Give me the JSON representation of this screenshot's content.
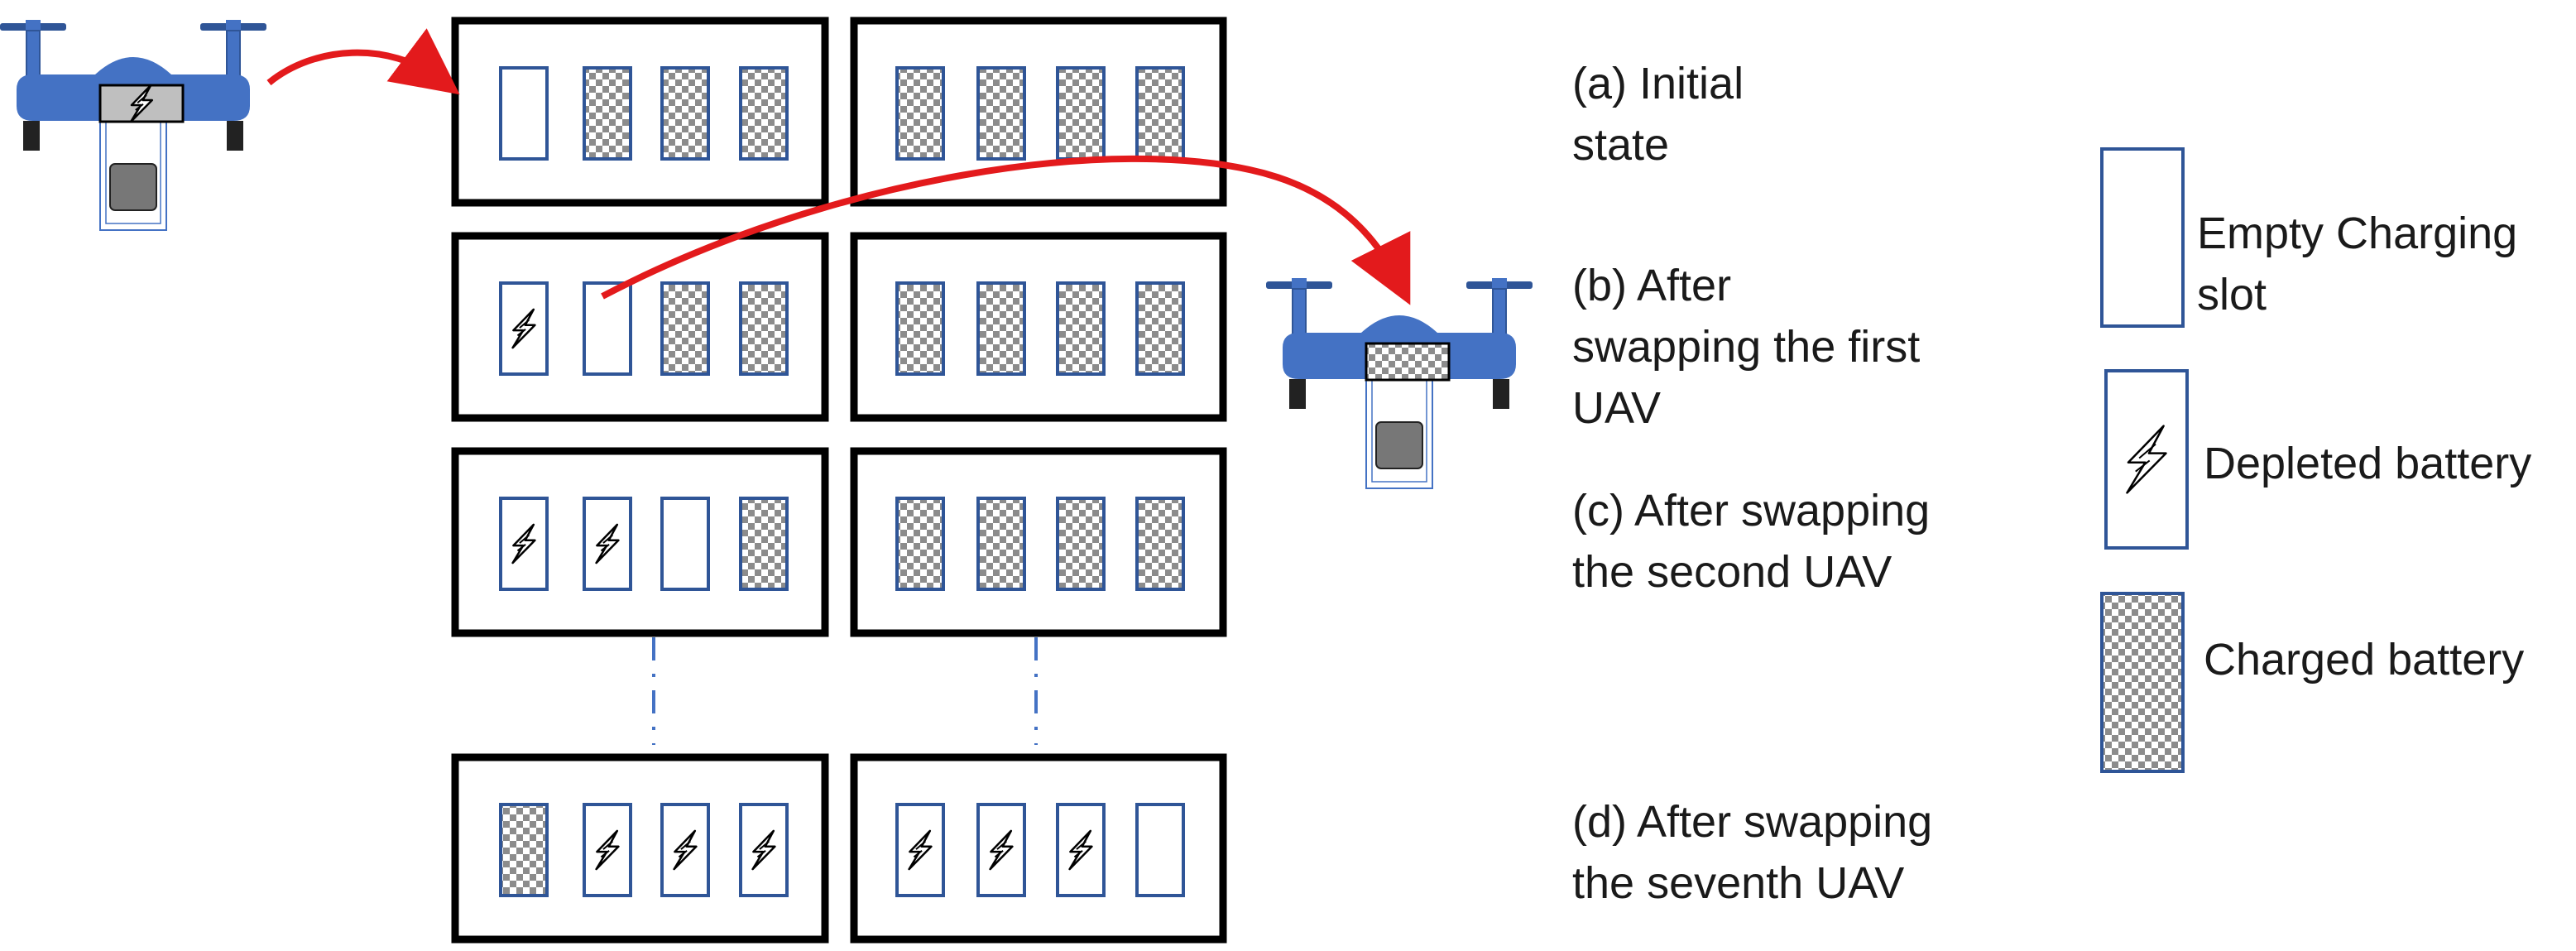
{
  "stages": [
    {
      "label_lines": [
        "(a) Initial",
        "state"
      ],
      "left_station": [
        "empty",
        "charged",
        "charged",
        "charged"
      ],
      "right_station": [
        "charged",
        "charged",
        "charged",
        "charged"
      ]
    },
    {
      "label_lines": [
        "(b) After",
        "swapping the first",
        "UAV"
      ],
      "left_station": [
        "depleted",
        "empty",
        "charged",
        "charged"
      ],
      "right_station": [
        "charged",
        "charged",
        "charged",
        "charged"
      ]
    },
    {
      "label_lines": [
        "(c) After swapping",
        "the second UAV"
      ],
      "left_station": [
        "depleted",
        "depleted",
        "empty",
        "charged"
      ],
      "right_station": [
        "charged",
        "charged",
        "charged",
        "charged"
      ]
    },
    {
      "label_lines": [
        "(d) After swapping",
        "the seventh UAV"
      ],
      "left_station": [
        "charged",
        "depleted",
        "depleted",
        "depleted"
      ],
      "right_station": [
        "depleted",
        "depleted",
        "depleted",
        "empty"
      ]
    }
  ],
  "legend": [
    {
      "type": "empty",
      "label_lines": [
        "Empty Charging",
        "slot"
      ]
    },
    {
      "type": "depleted",
      "label_lines": [
        "Depleted battery"
      ]
    },
    {
      "type": "charged",
      "label_lines": [
        "Charged battery"
      ]
    }
  ],
  "colors": {
    "uav_body": "#4472c4",
    "slot_border": "#2f5597",
    "station_border": "#000000",
    "arrow": "#e31a1c",
    "checker_dark": "#8c8c8c",
    "checker_light": "#ffffff",
    "dashed_line": "#4472c4"
  },
  "icons": [
    "uav-arriving-icon",
    "uav-departing-icon",
    "lightning-bolt-icon",
    "swap-arrow-icon"
  ]
}
